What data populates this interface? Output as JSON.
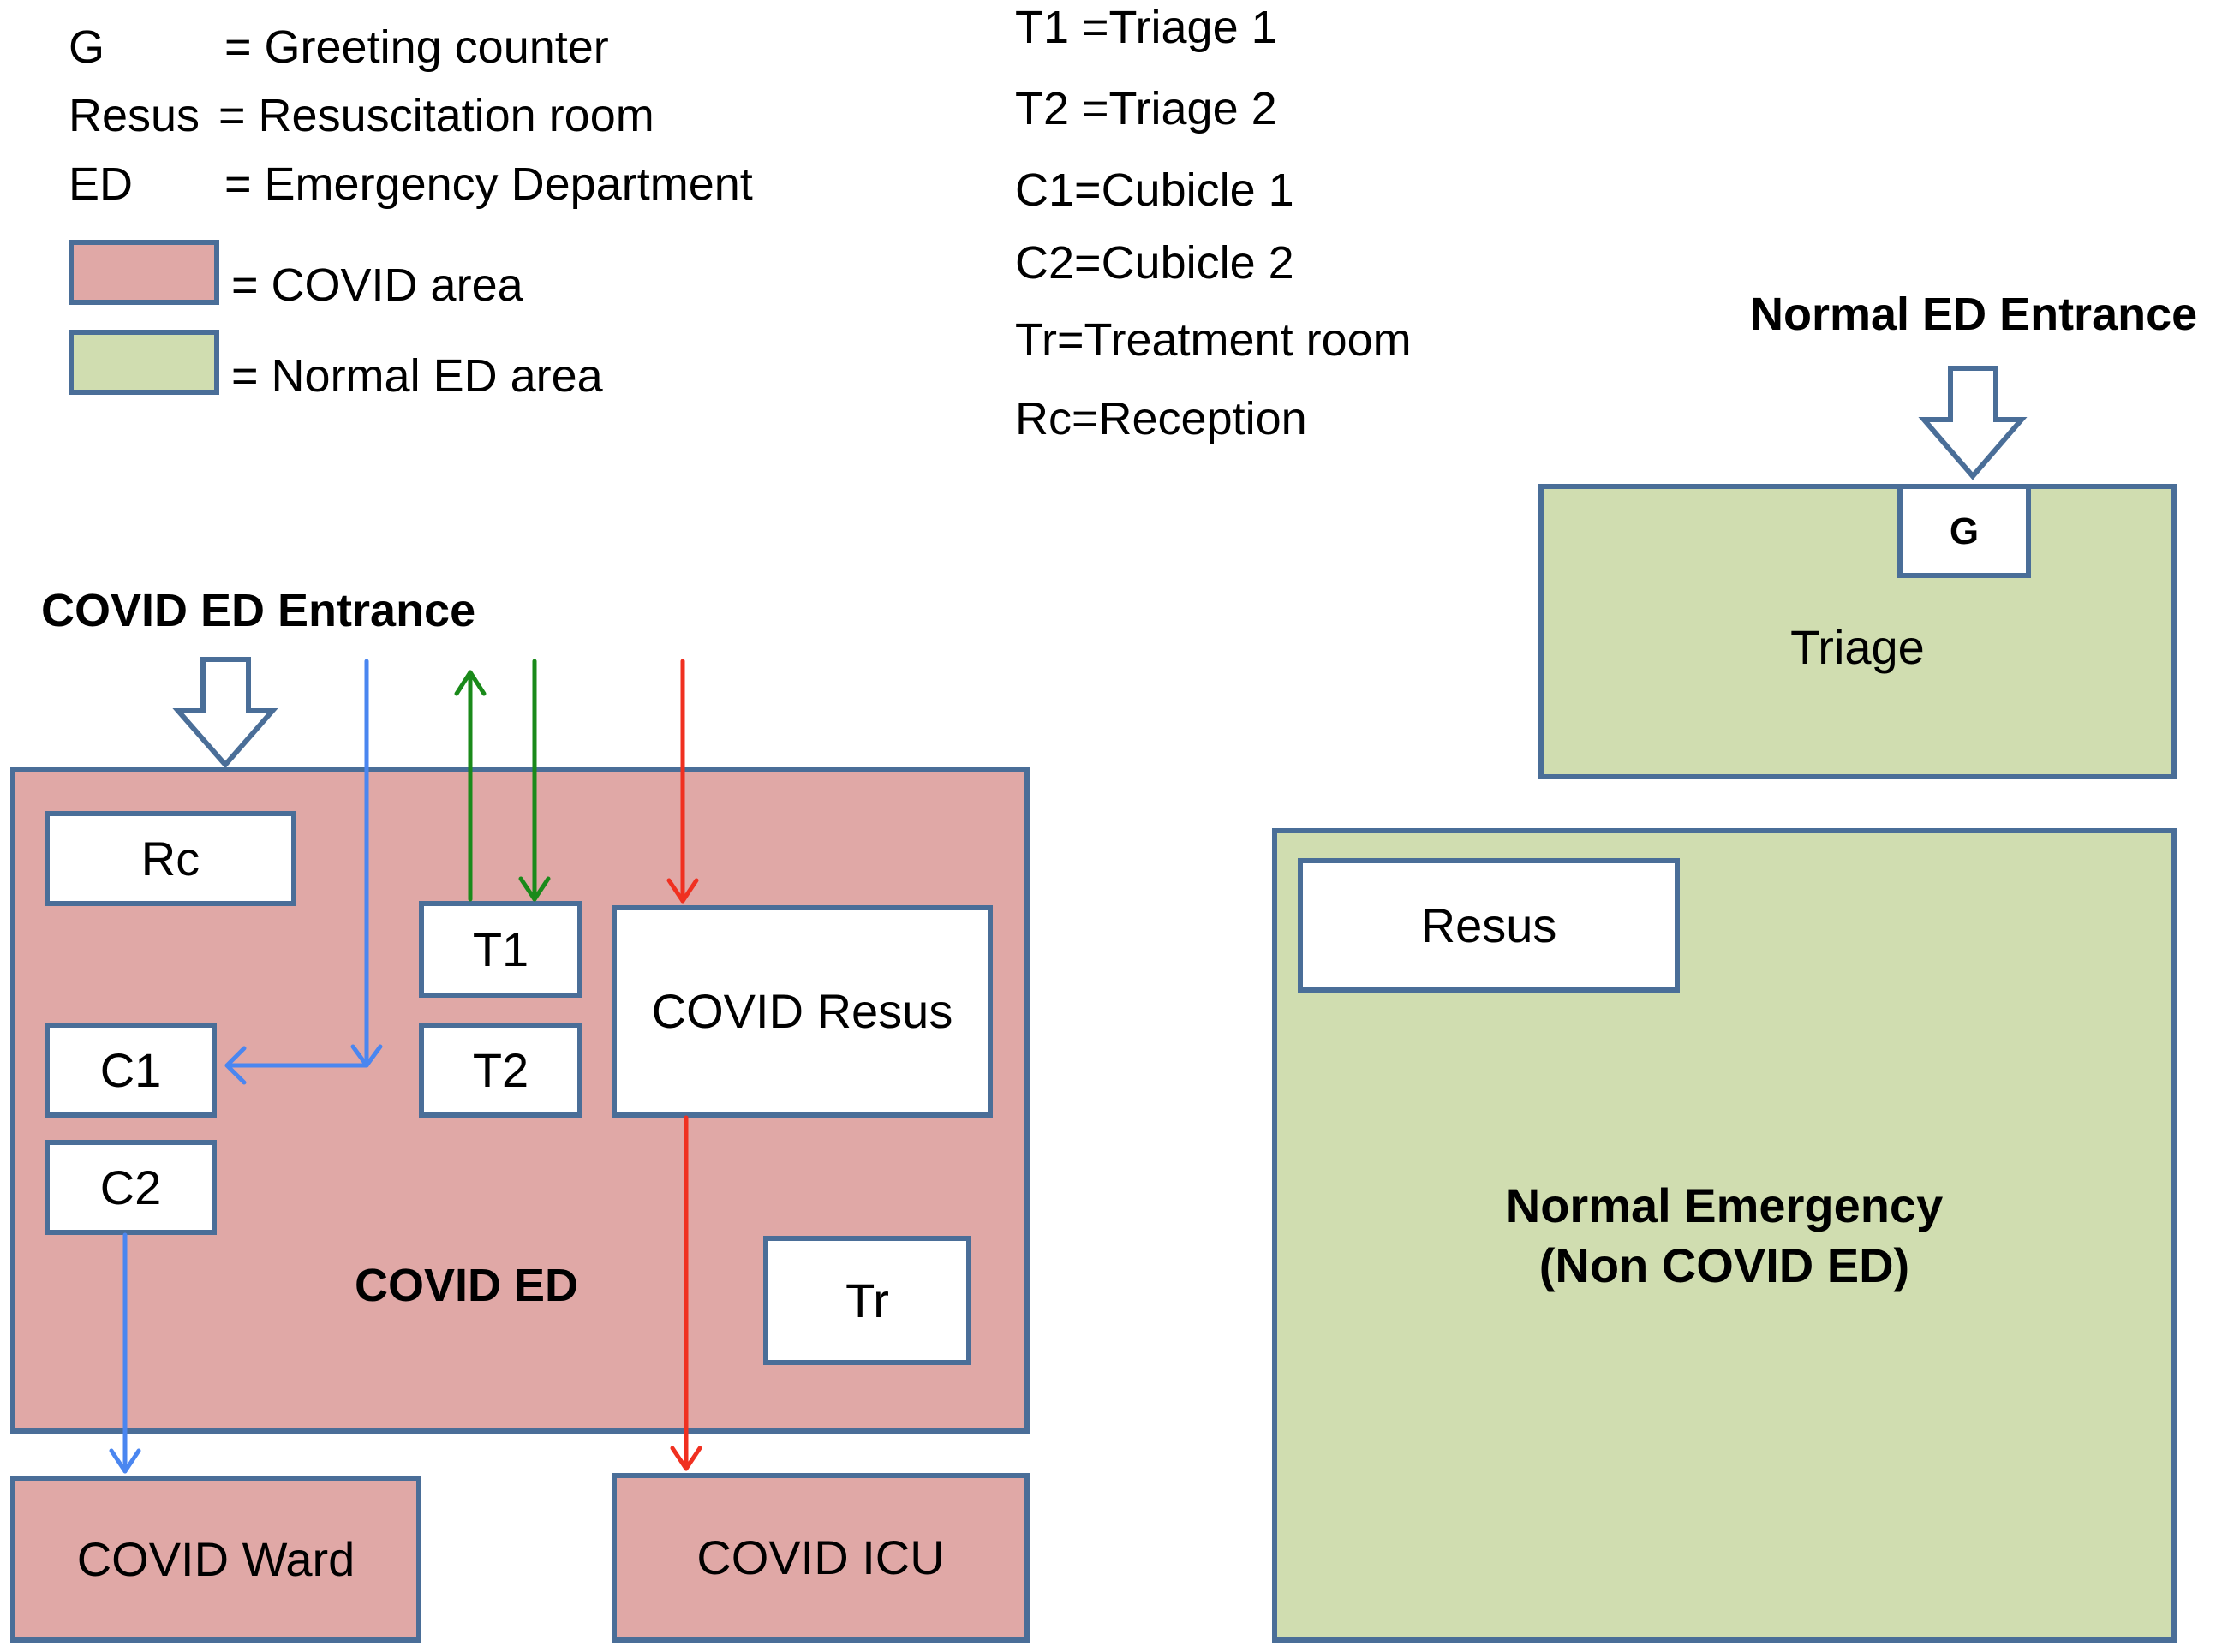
{
  "legend_left": [
    {
      "abbr": "G",
      "meaning": "= Greeting counter"
    },
    {
      "abbr": "Resus",
      "meaning": "= Resuscitation room"
    },
    {
      "abbr": "ED",
      "meaning": "= Emergency Department"
    }
  ],
  "legend_swatches": [
    {
      "label": "= COVID area",
      "color": "#E0A8A6"
    },
    {
      "label": "= Normal ED area",
      "color": "#D0DDB0"
    }
  ],
  "legend_right": [
    "T1 =Triage 1",
    "T2 =Triage 2",
    "C1=Cubicle 1",
    "C2=Cubicle 2",
    "Tr=Treatment room",
    "Rc=Reception"
  ],
  "covid_side": {
    "entrance_label": "COVID ED Entrance",
    "main_area_label": "COVID ED",
    "rooms": {
      "rc": "Rc",
      "t1": "T1",
      "t2": "T2",
      "resus": "COVID Resus",
      "c1": "C1",
      "c2": "C2",
      "tr": "Tr"
    },
    "ward": "COVID Ward",
    "icu": "COVID ICU"
  },
  "normal_side": {
    "entrance_label": "Normal ED Entrance",
    "greeting": "G",
    "triage": "Triage",
    "resus": "Resus",
    "main_label_line1": "Normal Emergency",
    "main_label_line2": "(Non COVID ED)"
  },
  "colors": {
    "covid_fill": "#E0A8A6",
    "normal_fill": "#D0DDB0",
    "border": "#4A6E98",
    "path_blue": "#4A86F0",
    "path_green": "#1A8A1A",
    "path_red": "#F03020"
  }
}
